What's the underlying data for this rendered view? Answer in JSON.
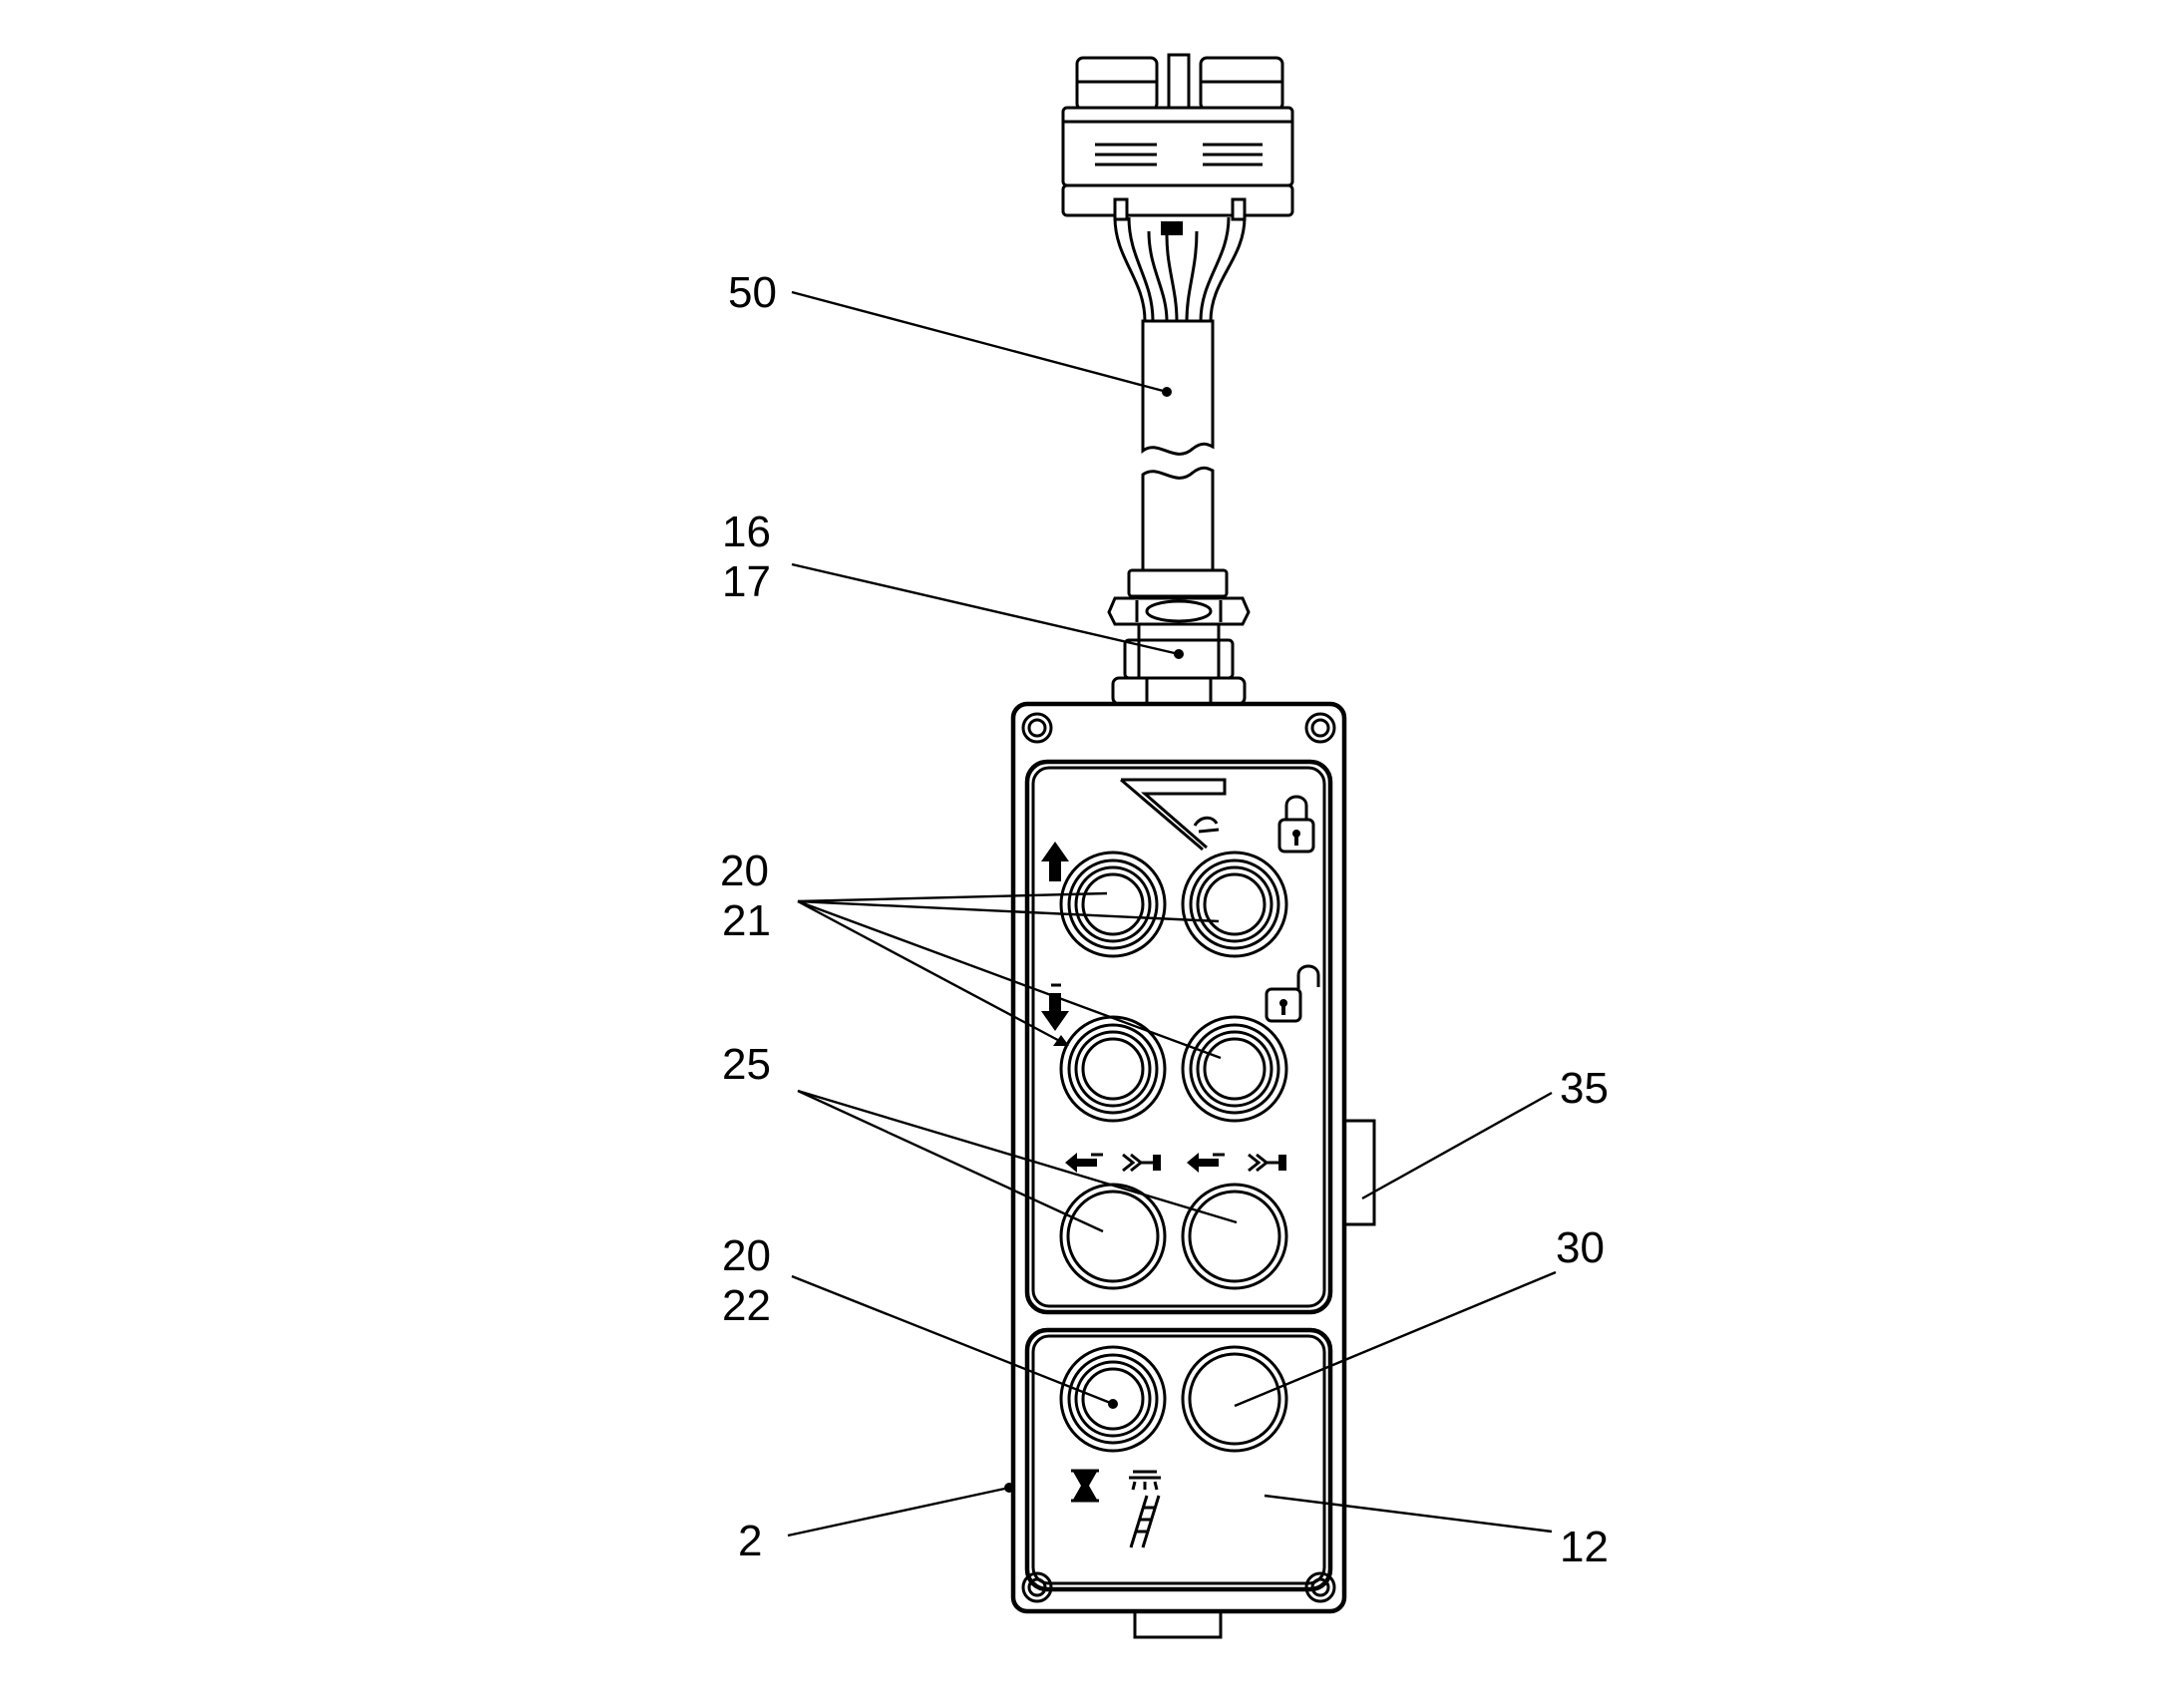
{
  "diagram": {
    "labels": {
      "cable": "50",
      "gland_a": "16",
      "gland_b": "17",
      "buttons_a": "20",
      "buttons_b": "21",
      "buttons_c": "25",
      "side_part": "35",
      "lower_a": "20",
      "lower_b": "22",
      "lower_right": "30",
      "housing": "2",
      "overlay": "12"
    },
    "icons": [
      "boom-tilt-icon",
      "lock-closed-icon",
      "lock-open-icon",
      "arrow-up-icon",
      "arrow-down-icon",
      "retract-arrow-icon",
      "extend-arrow-icon",
      "hourglass-icon",
      "ladder-light-icon"
    ]
  }
}
